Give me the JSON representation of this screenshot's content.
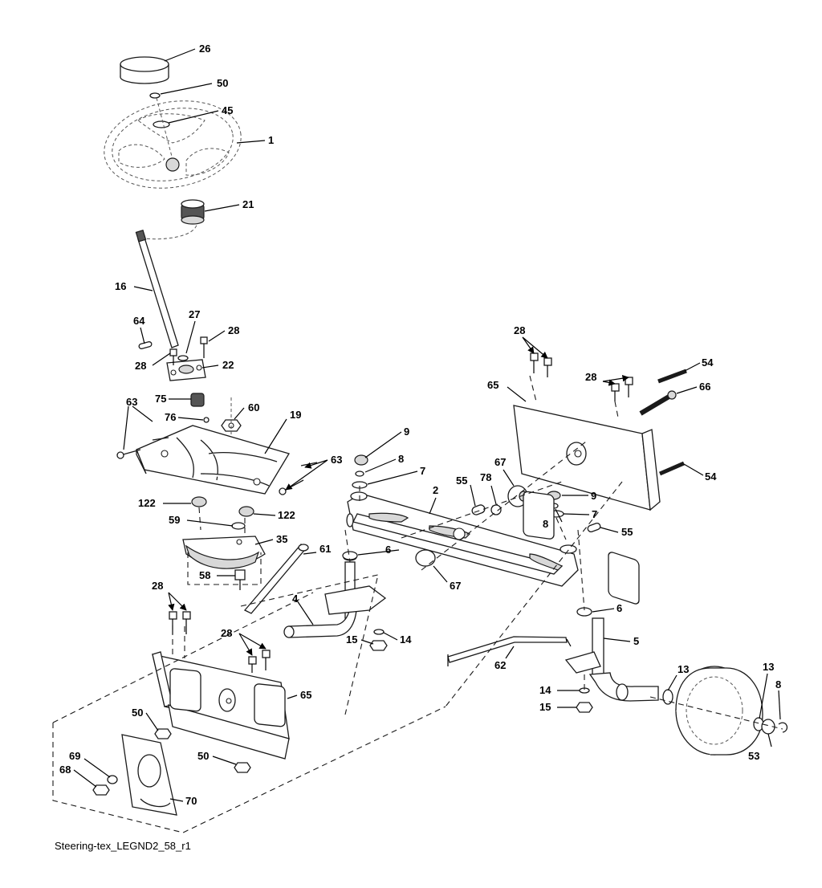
{
  "caption": "Steering-tex_LEGND2_58_r1",
  "callouts": [
    "26",
    "50",
    "45",
    "1",
    "21",
    "16",
    "64",
    "27",
    "28",
    "28",
    "22",
    "75",
    "76",
    "60",
    "19",
    "63",
    "63",
    "122",
    "122",
    "59",
    "35",
    "58",
    "61",
    "28",
    "28",
    "4",
    "15",
    "14",
    "50",
    "65",
    "69",
    "68",
    "70",
    "50",
    "9",
    "8",
    "7",
    "2",
    "55",
    "78",
    "67",
    "67",
    "9",
    "8",
    "7",
    "55",
    "6",
    "6",
    "5",
    "62",
    "14",
    "15",
    "13",
    "13",
    "8",
    "53",
    "28",
    "28",
    "65",
    "54",
    "66",
    "54"
  ]
}
